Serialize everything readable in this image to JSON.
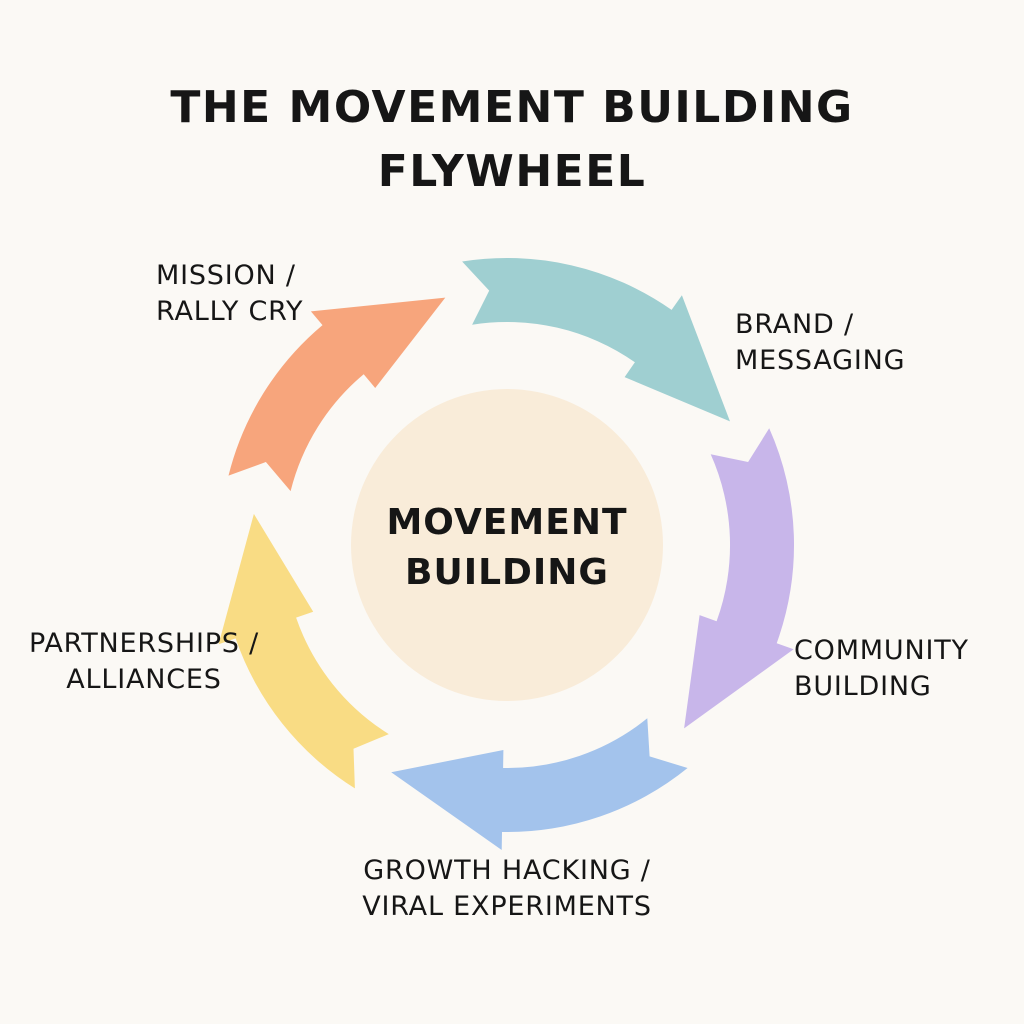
{
  "title": {
    "line1": "THE MOVEMENT BUILDING",
    "line2": "FLYWHEEL"
  },
  "hub": {
    "line1": "MOVEMENT",
    "line2": "BUILDING",
    "color": "#f9ecd9"
  },
  "stages": [
    {
      "line1": "MISSION /",
      "line2": "RALLY CRY",
      "color": "#f7a57c"
    },
    {
      "line1": "BRAND /",
      "line2": "MESSAGING",
      "color": "#9fcfd1"
    },
    {
      "line1": "COMMUNITY",
      "line2": "BUILDING",
      "color": "#c8b6ea"
    },
    {
      "line1": "GROWTH HACKING /",
      "line2": "VIRAL EXPERIMENTS",
      "color": "#a3c3ec"
    },
    {
      "line1": "PARTNERSHIPS /",
      "line2": "ALLIANCES",
      "color": "#f9dc84"
    }
  ]
}
